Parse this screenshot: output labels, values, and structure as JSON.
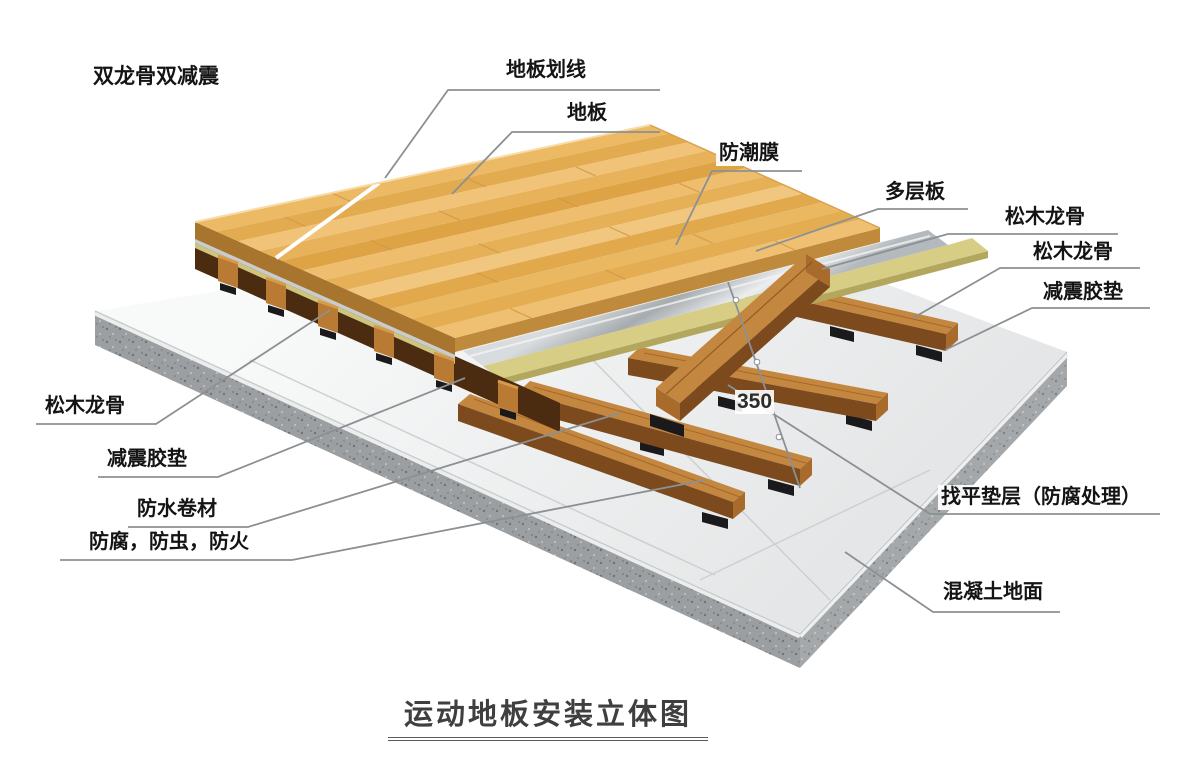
{
  "scene": {
    "corner_note": "双龙骨双减震",
    "title": "运动地板安装立体图",
    "dimension_value": "350"
  },
  "labels": {
    "floor_marking": "地板划线",
    "floor": "地板",
    "moisture_film": "防潮膜",
    "plywood": "多层板",
    "pine_keel_top": "松木龙骨",
    "pine_keel_bottom": "松木龙骨",
    "shock_pad_right": "减震胶垫",
    "pine_keel_left": "松木龙骨",
    "shock_pad_left": "减震胶垫",
    "waterproof_roll": "防水卷材",
    "treatment": "防腐，防虫，防火",
    "leveling_layer": "找平垫层（防腐处理）",
    "concrete_ground": "混凝土地面"
  },
  "colors": {
    "text": "#141414",
    "leader": "#8b9094",
    "slab_top_light": "#f8f9f9",
    "slab_top_dark": "#e6e8e9",
    "slab_side": "#9b9fa2",
    "slab_side_light": "#aab0b2",
    "slab_seam": "#cdd0d2",
    "keel_top": "#c4873f",
    "keel_side": "#7c4a1c",
    "keel_end": "#a96b2c",
    "keel_dark": "#5d3513",
    "keel_shadow": "#4c2c10",
    "post_face": "#b97a33",
    "post_top": "#d89a4a",
    "pad": "#1a1a1c",
    "membrane_light": "#e6e9ea",
    "membrane_dark": "#a2a8ac",
    "plywood": "#d8cd85",
    "plywood_side": "#b3a75e",
    "floor_edge": "#c08a3c",
    "floor_edge_dark": "#a8752f",
    "marking_line": "#ffffff"
  }
}
